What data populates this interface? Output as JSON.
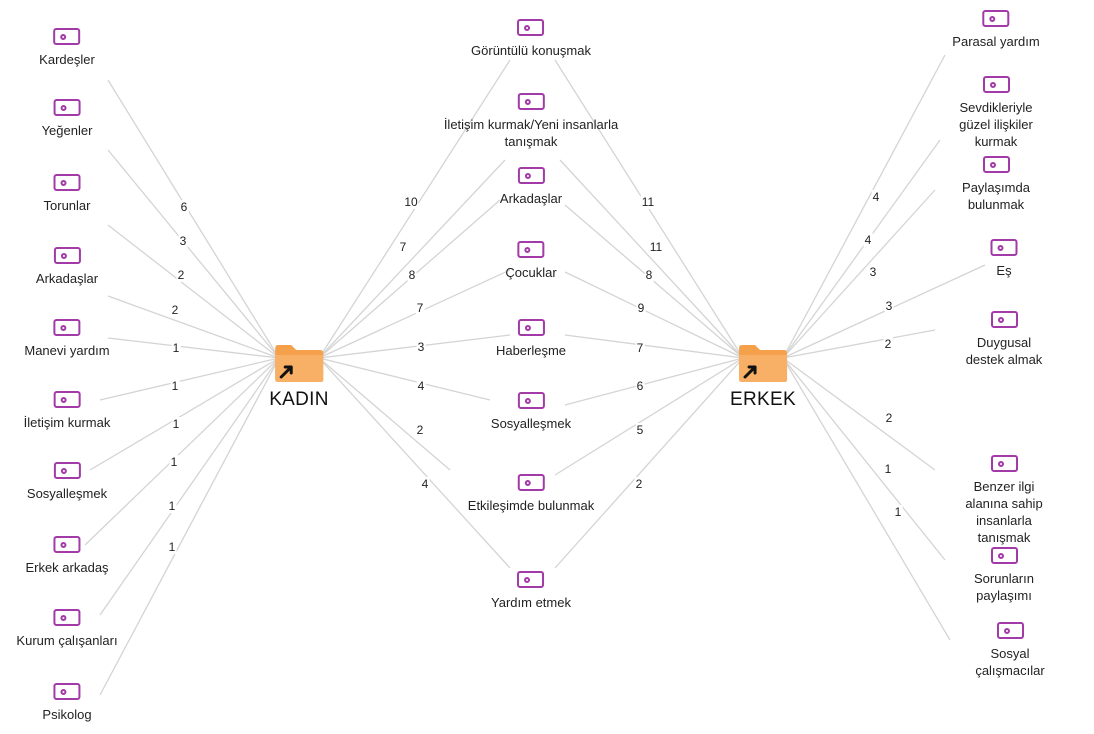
{
  "hubs": [
    {
      "id": "kadin",
      "label": "KADIN",
      "icon": "folder-shortcut-icon",
      "color": "#f5a04a"
    },
    {
      "id": "erkek",
      "label": "ERKEK",
      "icon": "folder-shortcut-icon",
      "color": "#f5a04a"
    }
  ],
  "codes": {
    "left": [
      "Kardeşler",
      "Yeğenler",
      "Torunlar",
      "Arkadaşlar",
      "Manevi yardım",
      "İletişim kurmak",
      "Sosyalleşmek",
      "Erkek arkadaş",
      "Kurum çalışanları",
      "Psikolog"
    ],
    "center": [
      "Görüntülü konuşmak",
      "İletişim kurmak/Yeni insanlarla\ntanışmak",
      "Arkadaşlar",
      "Çocuklar",
      "Haberleşme",
      "Sosyalleşmek",
      "Etkileşimde bulunmak",
      "Yardım etmek"
    ],
    "right": [
      "Parasal yardım",
      "Sevdikleriyle güzel ilişkiler\nkurmak",
      "Paylaşımda bulunmak",
      "Eş",
      "Duygusal destek almak",
      "Benzer ilgi alanına sahip\ninsanlarla tanışmak",
      "Sorunların paylaşımı",
      "Sosyal çalışmacılar"
    ]
  },
  "links": {
    "kadin_left": [
      6,
      3,
      2,
      2,
      1,
      1,
      1,
      1,
      1,
      1
    ],
    "kadin_center": [
      10,
      7,
      8,
      7,
      3,
      4,
      2,
      4
    ],
    "erkek_center": [
      11,
      11,
      8,
      9,
      7,
      6,
      5,
      2
    ],
    "erkek_right": [
      4,
      4,
      3,
      3,
      2,
      2,
      1,
      1
    ]
  },
  "colors": {
    "code_icon": "#a23aa8",
    "edge": "#d4d4d4",
    "folder": "#f5a04a"
  }
}
